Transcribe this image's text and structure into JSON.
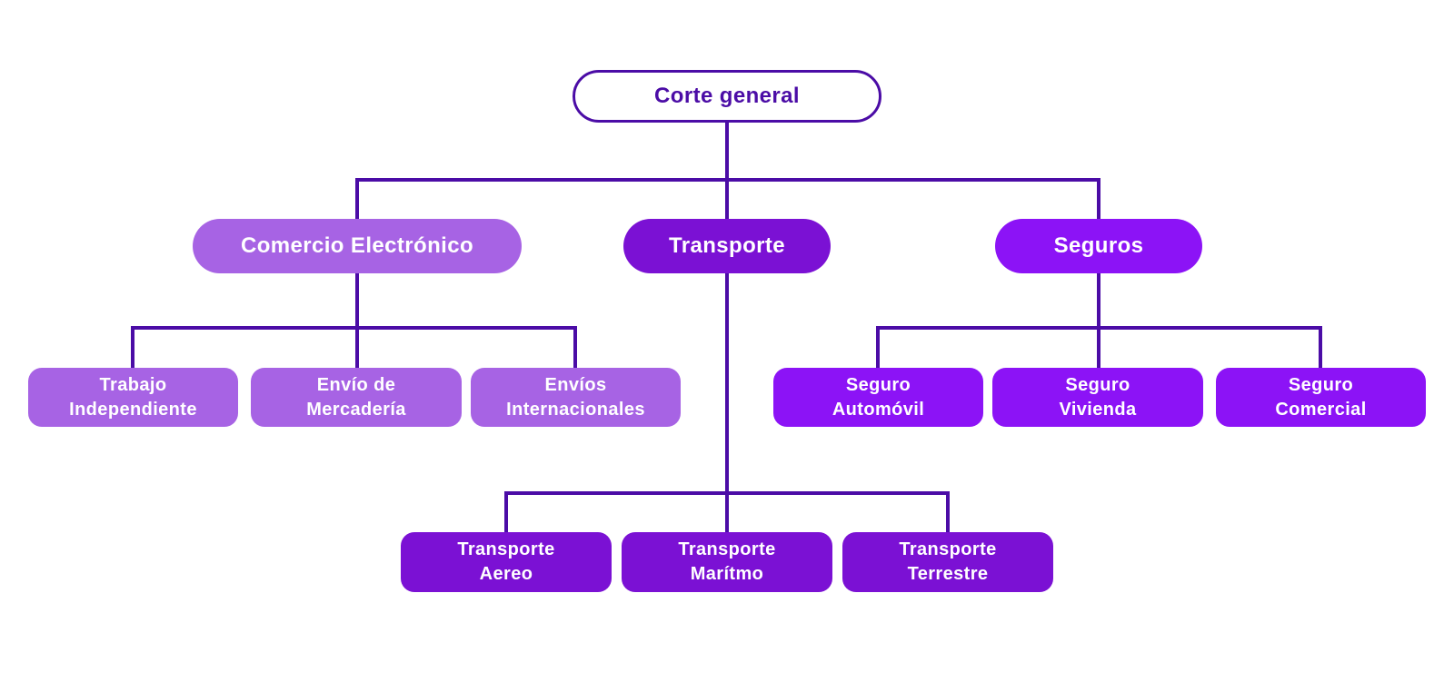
{
  "title": "Corte general hierarchy diagram",
  "colors": {
    "background": "#ffffff",
    "line": "#4b0ca6",
    "root_fill": "#ffffff",
    "root_border": "#4b0ca6",
    "root_text": "#4b0ca6",
    "branch_light": "#a763e4",
    "branch_dark": "#7b11d4",
    "branch_bright": "#8c13f6",
    "node_text": "#ffffff"
  },
  "diagram": {
    "root": {
      "label": "Corte general"
    },
    "branches": [
      {
        "label": "Comercio Electrónico",
        "color": "#a763e4",
        "children": [
          {
            "label": "Trabajo\nIndependiente"
          },
          {
            "label": "Envío de\nMercadería"
          },
          {
            "label": "Envíos\nInternacionales"
          }
        ]
      },
      {
        "label": "Transporte",
        "color": "#7b11d4",
        "children": [
          {
            "label": "Transporte\nAereo"
          },
          {
            "label": "Transporte\nMarítmo"
          },
          {
            "label": "Transporte\nTerrestre"
          }
        ]
      },
      {
        "label": "Seguros",
        "color": "#8c13f6",
        "children": [
          {
            "label": "Seguro\nAutomóvil"
          },
          {
            "label": "Seguro\nVivienda"
          },
          {
            "label": "Seguro\nComercial"
          }
        ]
      }
    ]
  }
}
